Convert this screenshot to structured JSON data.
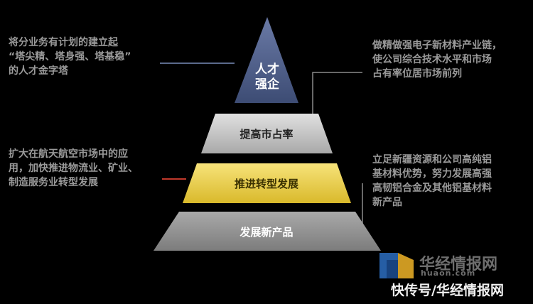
{
  "pyramid": {
    "tiers": [
      {
        "label": "人才\n强企",
        "color": "#4a5b86"
      },
      {
        "label": "提高市占率",
        "color": "#c9c9c9"
      },
      {
        "label": "推进转型发展",
        "color": "#f0d64f"
      },
      {
        "label": "发展新产品",
        "color": "#9b9b9b"
      }
    ]
  },
  "notes": {
    "top_left": "将分业务有计划的建立起\n“塔尖精、塔身强、塔基稳”\n的人才金字塔",
    "top_right": "做精做强电子新材料产业链，\n使公司综合技术水平和市场\n占有率位居市场前列",
    "mid_left": "扩大在航天航空市场中的应\n用，加快推进物流业、矿业、\n制造服务业转型发展",
    "mid_right": "立足新疆资源和公司高纯铝\n基材料优势，努力发展高强\n高韧铝合金及其他铝基材料\n新产品"
  },
  "watermark": {
    "brand": "华经情报网",
    "domain": "huaon.com",
    "credit": "快传号/华经情报网"
  },
  "colors": {
    "connector": "#5b6a8c",
    "connector_gray": "#8a8a8a",
    "connector_red": "#c0392b",
    "note_text": "#9a9a9a"
  }
}
